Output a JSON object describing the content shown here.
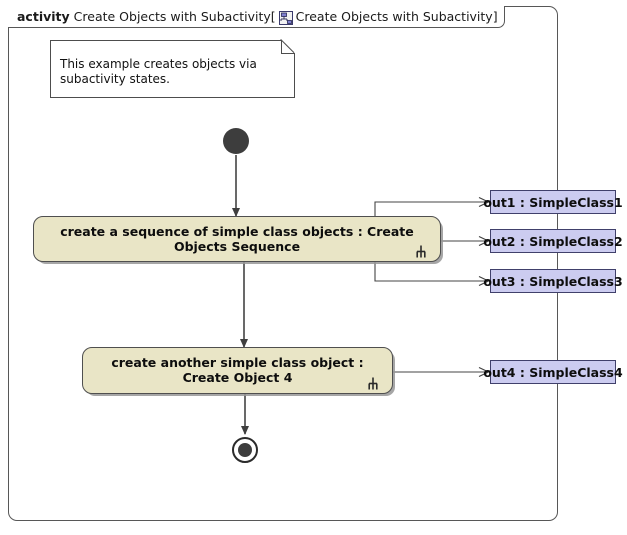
{
  "frame": {
    "keyword": "activity",
    "name": "Create Objects with Subactivity",
    "bracket_open": "[",
    "bracket_close": "]",
    "diagram_name": "Create Objects with Subactivity",
    "icon": "activity-diagram-icon"
  },
  "note": {
    "text": "This example creates objects via subactivity states."
  },
  "nodes": {
    "initial": {
      "name": "initial-node"
    },
    "final": {
      "name": "activity-final-node"
    },
    "actions": [
      {
        "label": "create a sequence of simple class objects : Create Objects Sequence",
        "icon": "rake-subactivity-icon"
      },
      {
        "label": "create another simple class object : Create Object 4",
        "icon": "rake-subactivity-icon"
      }
    ],
    "objects": [
      {
        "label": "out1 : SimpleClass1"
      },
      {
        "label": "out2 : SimpleClass2"
      },
      {
        "label": "out3 : SimpleClass3"
      },
      {
        "label": "out4 : SimpleClass4"
      }
    ]
  },
  "colors": {
    "action_fill": "#e9e5c6",
    "action_border": "#4f4f4f",
    "object_fill": "#ccccf0",
    "object_border": "#40406b",
    "node_fill": "#3d3d3d",
    "edge": "#444444",
    "frame_border": "#575757",
    "note_border": "#4d4d4d",
    "canvas": "#ffffff"
  }
}
